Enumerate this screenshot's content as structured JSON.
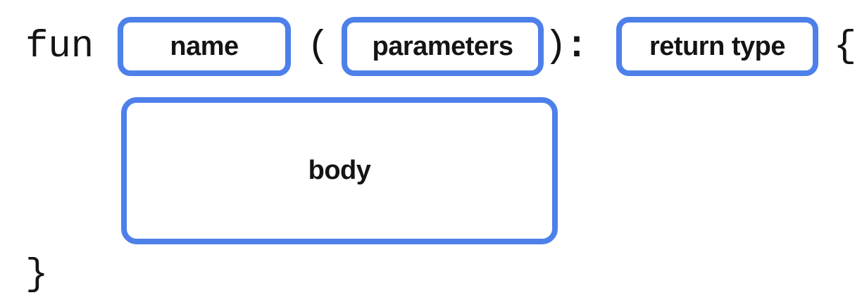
{
  "diagram": {
    "title": "function-syntax-anatomy",
    "keyword": "fun",
    "punctuation": {
      "open_paren": "(",
      "close_paren": ")",
      "colon": ":",
      "open_brace": "{",
      "close_brace": "}"
    },
    "boxes": {
      "name": "name",
      "parameters": "parameters",
      "return_type": "return type",
      "body": "body"
    },
    "colors": {
      "box_border": "#4e80ea",
      "text": "#141414",
      "background": "#ffffff"
    }
  }
}
